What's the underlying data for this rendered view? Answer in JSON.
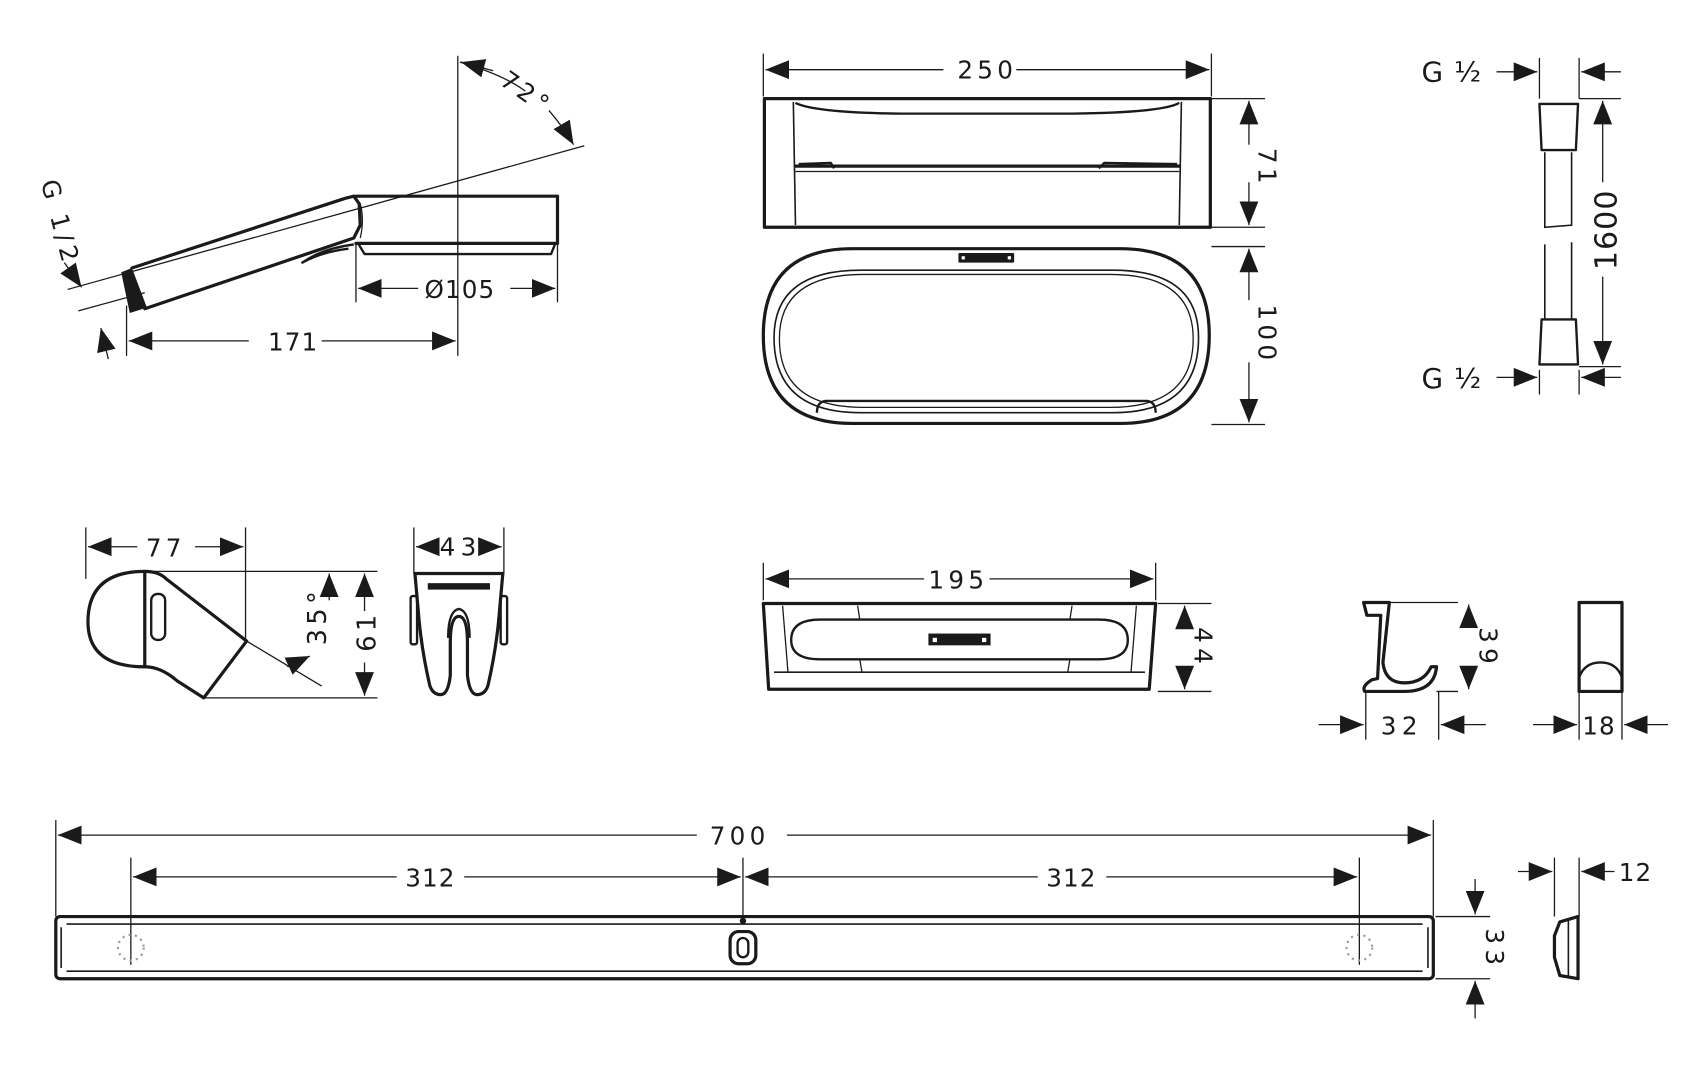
{
  "drawing": {
    "title": "Technical dimension drawing - shower set with shelf, rail and accessories",
    "units": "mm",
    "colors": {
      "line": "#1a1a1a",
      "background": "#ffffff",
      "hidden_feature": "#9a9a9a"
    }
  },
  "hand_shower": {
    "connection_label": "G 1/2",
    "angle_label": "72°",
    "head_diameter_label": "Ø105",
    "length_label": "171"
  },
  "shelf_top": {
    "width_label": "250",
    "height_label": "71",
    "depth_label": "100"
  },
  "hose": {
    "top_connection_label": "G ½",
    "bottom_connection_label": "G ½",
    "length_label": "1600"
  },
  "holder_side": {
    "width_label": "77",
    "angle_label": "35°",
    "height_label": "61"
  },
  "holder_front": {
    "width_label": "43"
  },
  "shelf_front": {
    "width_label": "195",
    "height_label": "44"
  },
  "hook_side": {
    "height_label": "39",
    "width_label": "32"
  },
  "hook_front": {
    "width_label": "18"
  },
  "rail": {
    "total_length_label": "700",
    "left_spacing_label": "312",
    "right_spacing_label": "312",
    "height_label": "33",
    "depth_label": "12"
  }
}
